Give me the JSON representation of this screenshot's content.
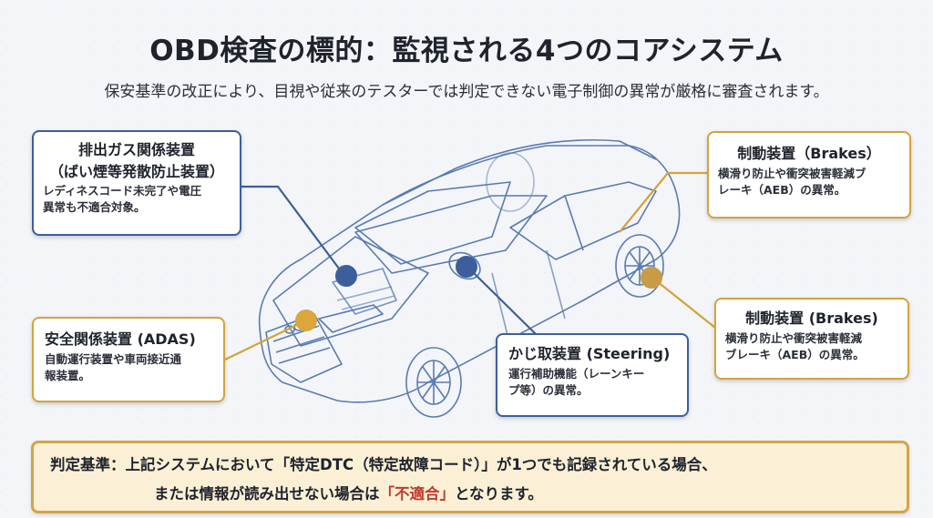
{
  "header": {
    "title": "OBD検査の標的：監視される4つのコアシステム",
    "subtitle": "保安基準の改正により、目視や従来のテスターでは判定できない電子制御の異常が厳格に審査されます。"
  },
  "callouts": [
    {
      "id": "emissions",
      "title_line1": "排出ガス関係装置",
      "title_line2": "（ばい煙等発散防止装置）",
      "desc_line1": "レディネスコード未完了や電圧",
      "desc_line2": "異常も不適合対象。",
      "color": "#3c5f9c"
    },
    {
      "id": "brakes-top",
      "title_line1": "制動装置（Brakes）",
      "desc_line1": "横滑り防止や衝突被害軽減ブ",
      "desc_line2": "レーキ（AEB）の異常。",
      "color": "#d3a43c"
    },
    {
      "id": "adas",
      "title_line1": "安全関係装置 (ADAS)",
      "desc_line1": "自動運行装置や車両接近通",
      "desc_line2": "報装置。",
      "color": "#d3a43c"
    },
    {
      "id": "steering",
      "title_line1": "かじ取装置 (Steering)",
      "desc_line1": "運行補助機能（レーンキー",
      "desc_line2": "プ等）の異常。",
      "color": "#3c5f9c"
    },
    {
      "id": "brakes-bottom",
      "title_line1": "制動装置 (Brakes)",
      "desc_line1": "横滑り防止や衝突被害軽減",
      "desc_line2": "ブレーキ（AEB）の異常。",
      "color": "#d3a43c"
    }
  ],
  "footer": {
    "line1": "判定基準：上記システムにおいて「特定DTC（特定故障コード）」が1つでも記録されている場合、",
    "line2_prefix": "または情報が読み出せない場合は",
    "line2_highlight": "「不適合」",
    "line2_suffix": "となります。",
    "highlight_color": "#c0392b"
  },
  "colors": {
    "blue": "#3c5f9c",
    "gold": "#d3a43c",
    "car_line": "#5a7bb0"
  }
}
